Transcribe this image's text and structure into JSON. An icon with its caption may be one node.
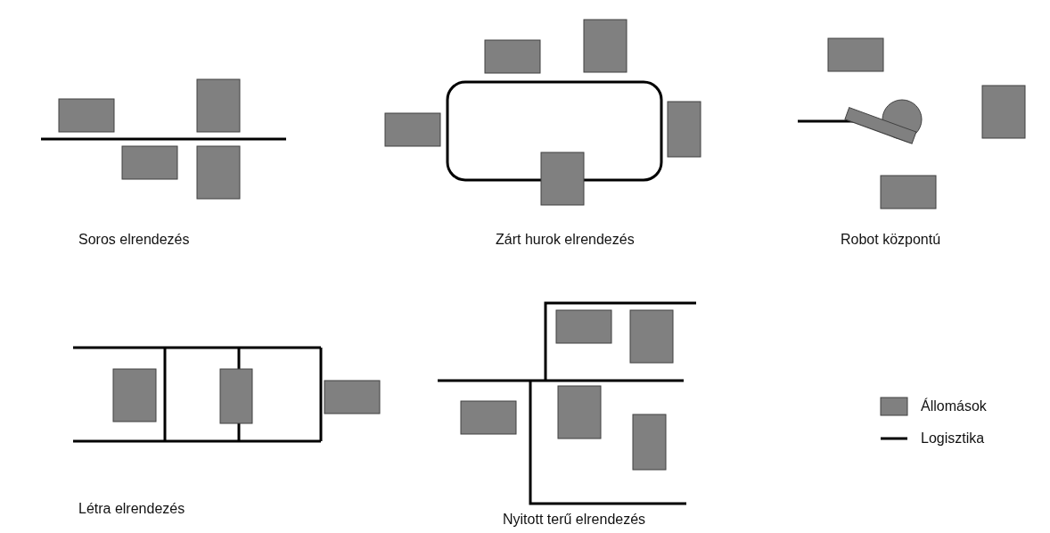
{
  "diagram": {
    "labels": [
      "Soros elrendezés",
      "Zárt hurok elrendezés",
      "Robot központú",
      "Létra elrendezés",
      "Nyitott terű elrendezés"
    ],
    "legend": [
      {
        "text": "Állomások",
        "color": "#808080"
      },
      {
        "text": "Logisztika"
      }
    ]
  }
}
